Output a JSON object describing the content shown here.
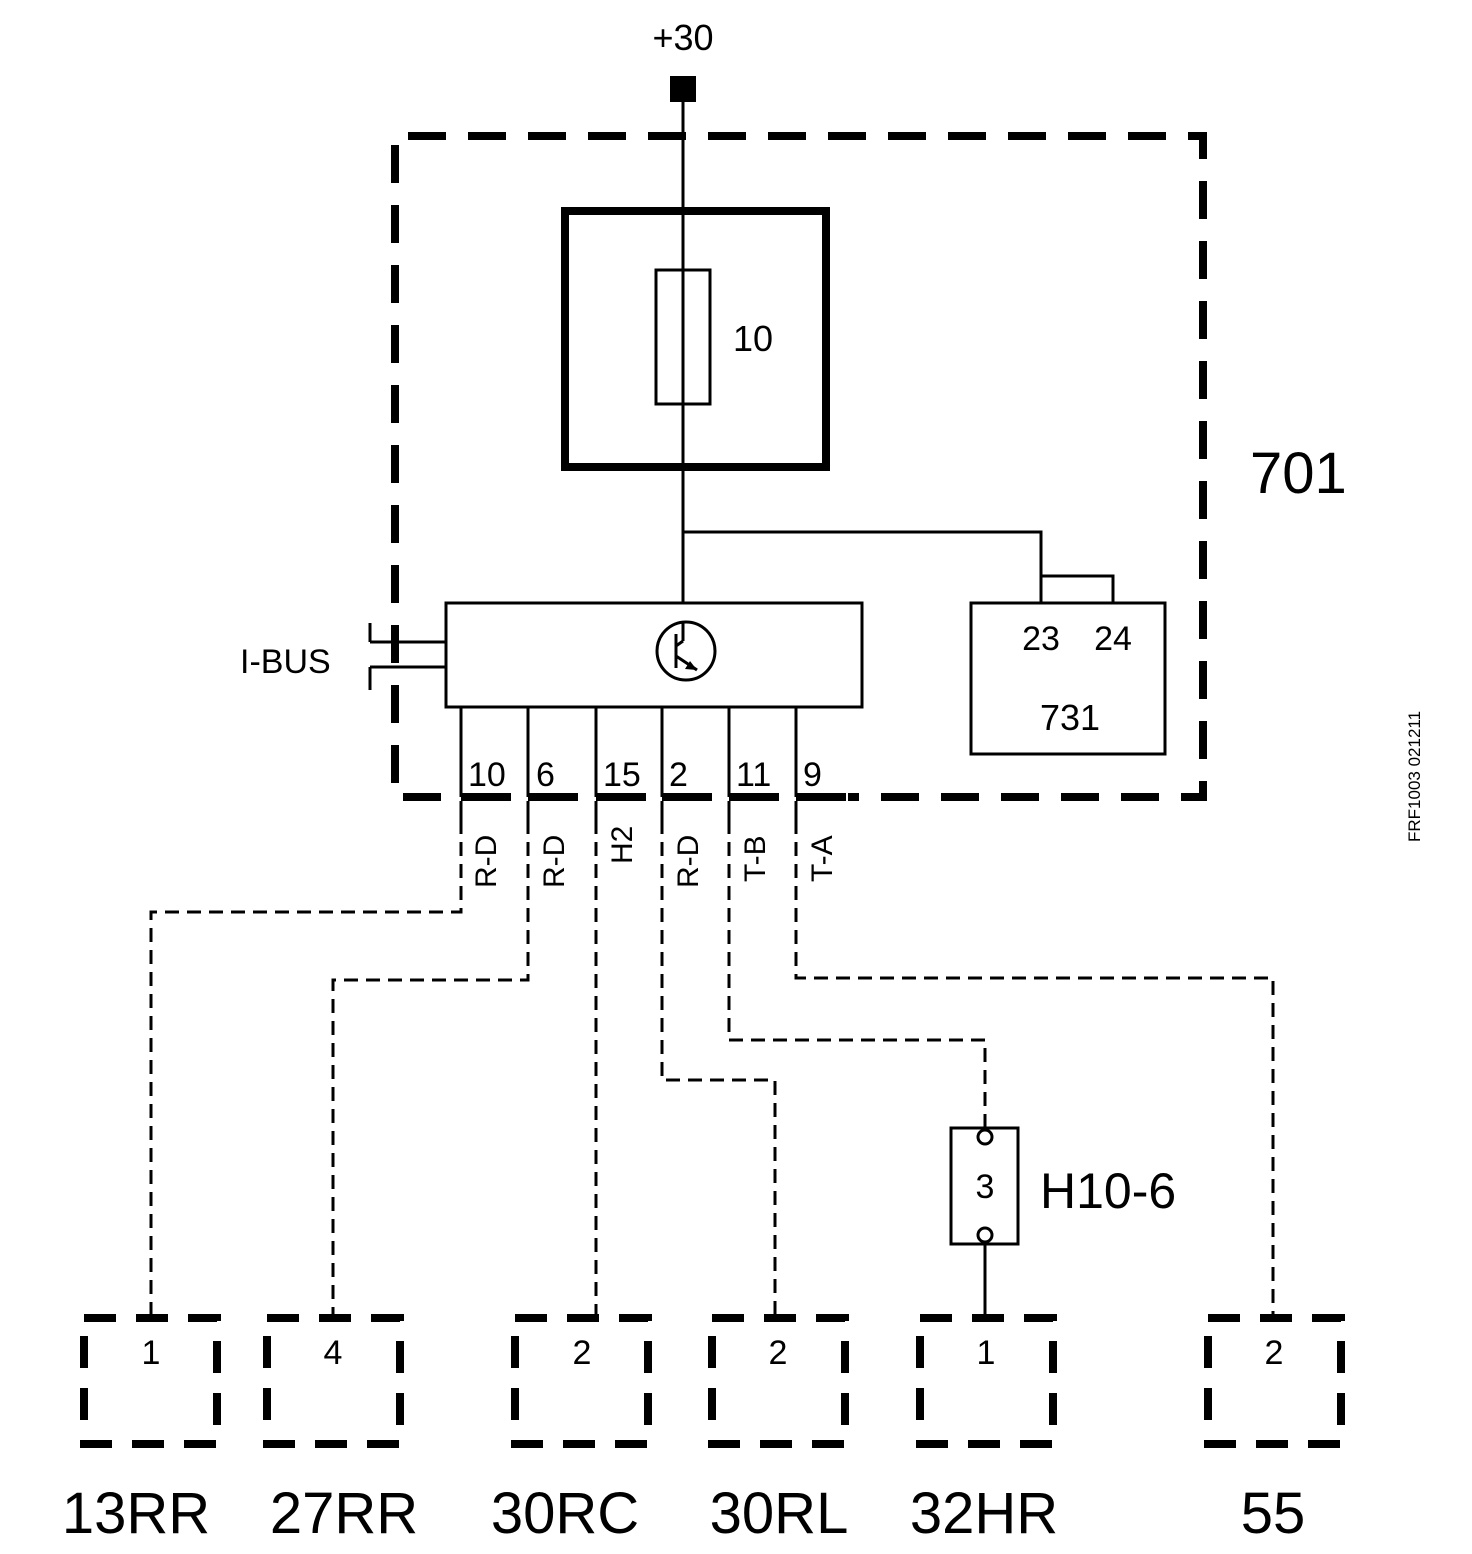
{
  "supply": {
    "label": "+30"
  },
  "fuse": {
    "label": "10"
  },
  "control_unit": {
    "label": "701",
    "bus_label": "I-BUS"
  },
  "module_731": {
    "pin_a": "23",
    "pin_b": "24",
    "label": "731"
  },
  "pins": [
    {
      "pin": "10",
      "wire": "R-D"
    },
    {
      "pin": "6",
      "wire": "R-D"
    },
    {
      "pin": "15",
      "wire": "H2"
    },
    {
      "pin": "2",
      "wire": "R-D"
    },
    {
      "pin": "11",
      "wire": "T-B"
    },
    {
      "pin": "9",
      "wire": "T-A"
    }
  ],
  "splice": {
    "pin": "3",
    "label": "H10-6"
  },
  "connectors": [
    {
      "pin": "1",
      "label": "13RR"
    },
    {
      "pin": "4",
      "label": "27RR"
    },
    {
      "pin": "2",
      "label": "30RC"
    },
    {
      "pin": "2",
      "label": "30RL"
    },
    {
      "pin": "1",
      "label": "32HR"
    },
    {
      "pin": "2",
      "label": "55"
    }
  ],
  "reference": "FRF1003  021211",
  "colors": {
    "line": "#000000",
    "background": "#ffffff"
  }
}
